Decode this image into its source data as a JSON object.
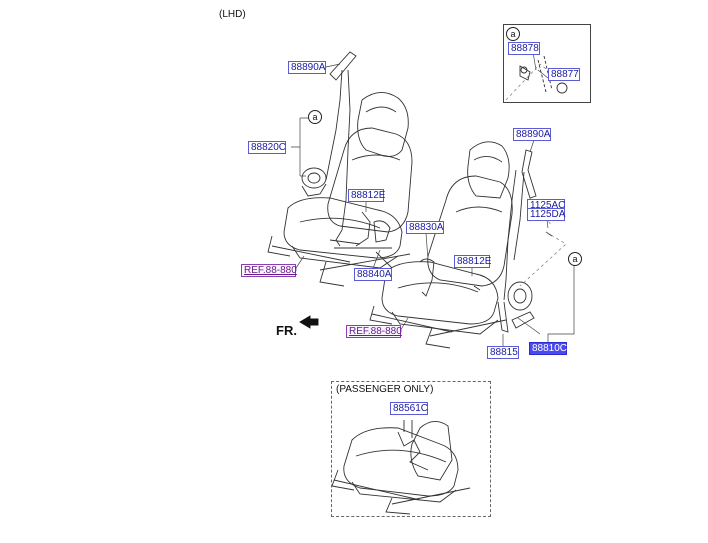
{
  "header": {
    "variant": "(LHD)"
  },
  "detail_a": {
    "tag": "a",
    "parts": [
      "88878",
      "88877"
    ]
  },
  "labels": {
    "belt_anchor_left": "88890A",
    "belt_anchor_right": "88890A",
    "retractor_left": "88820C",
    "buckle_left": "88812E",
    "buckle_right": "88812E",
    "buckle_assy_center": "88830A",
    "buckle_assy_left": "88840A",
    "bolt_1": "1125AC",
    "bolt_2": "1125DA",
    "stalk": "88815",
    "retractor_right": "88810C",
    "ref_left": "REF.88-880",
    "ref_right": "REF.88-880",
    "passenger_part": "88561C"
  },
  "callout_tag": "a",
  "direction": "FR.",
  "passenger_box": {
    "title": "(PASSENGER ONLY)"
  },
  "colors": {
    "label_text": "#1a1aa6",
    "label_border": "#5b5bd6",
    "ref_text": "#6a1a8a",
    "selected_fill": "#4a4af0"
  }
}
